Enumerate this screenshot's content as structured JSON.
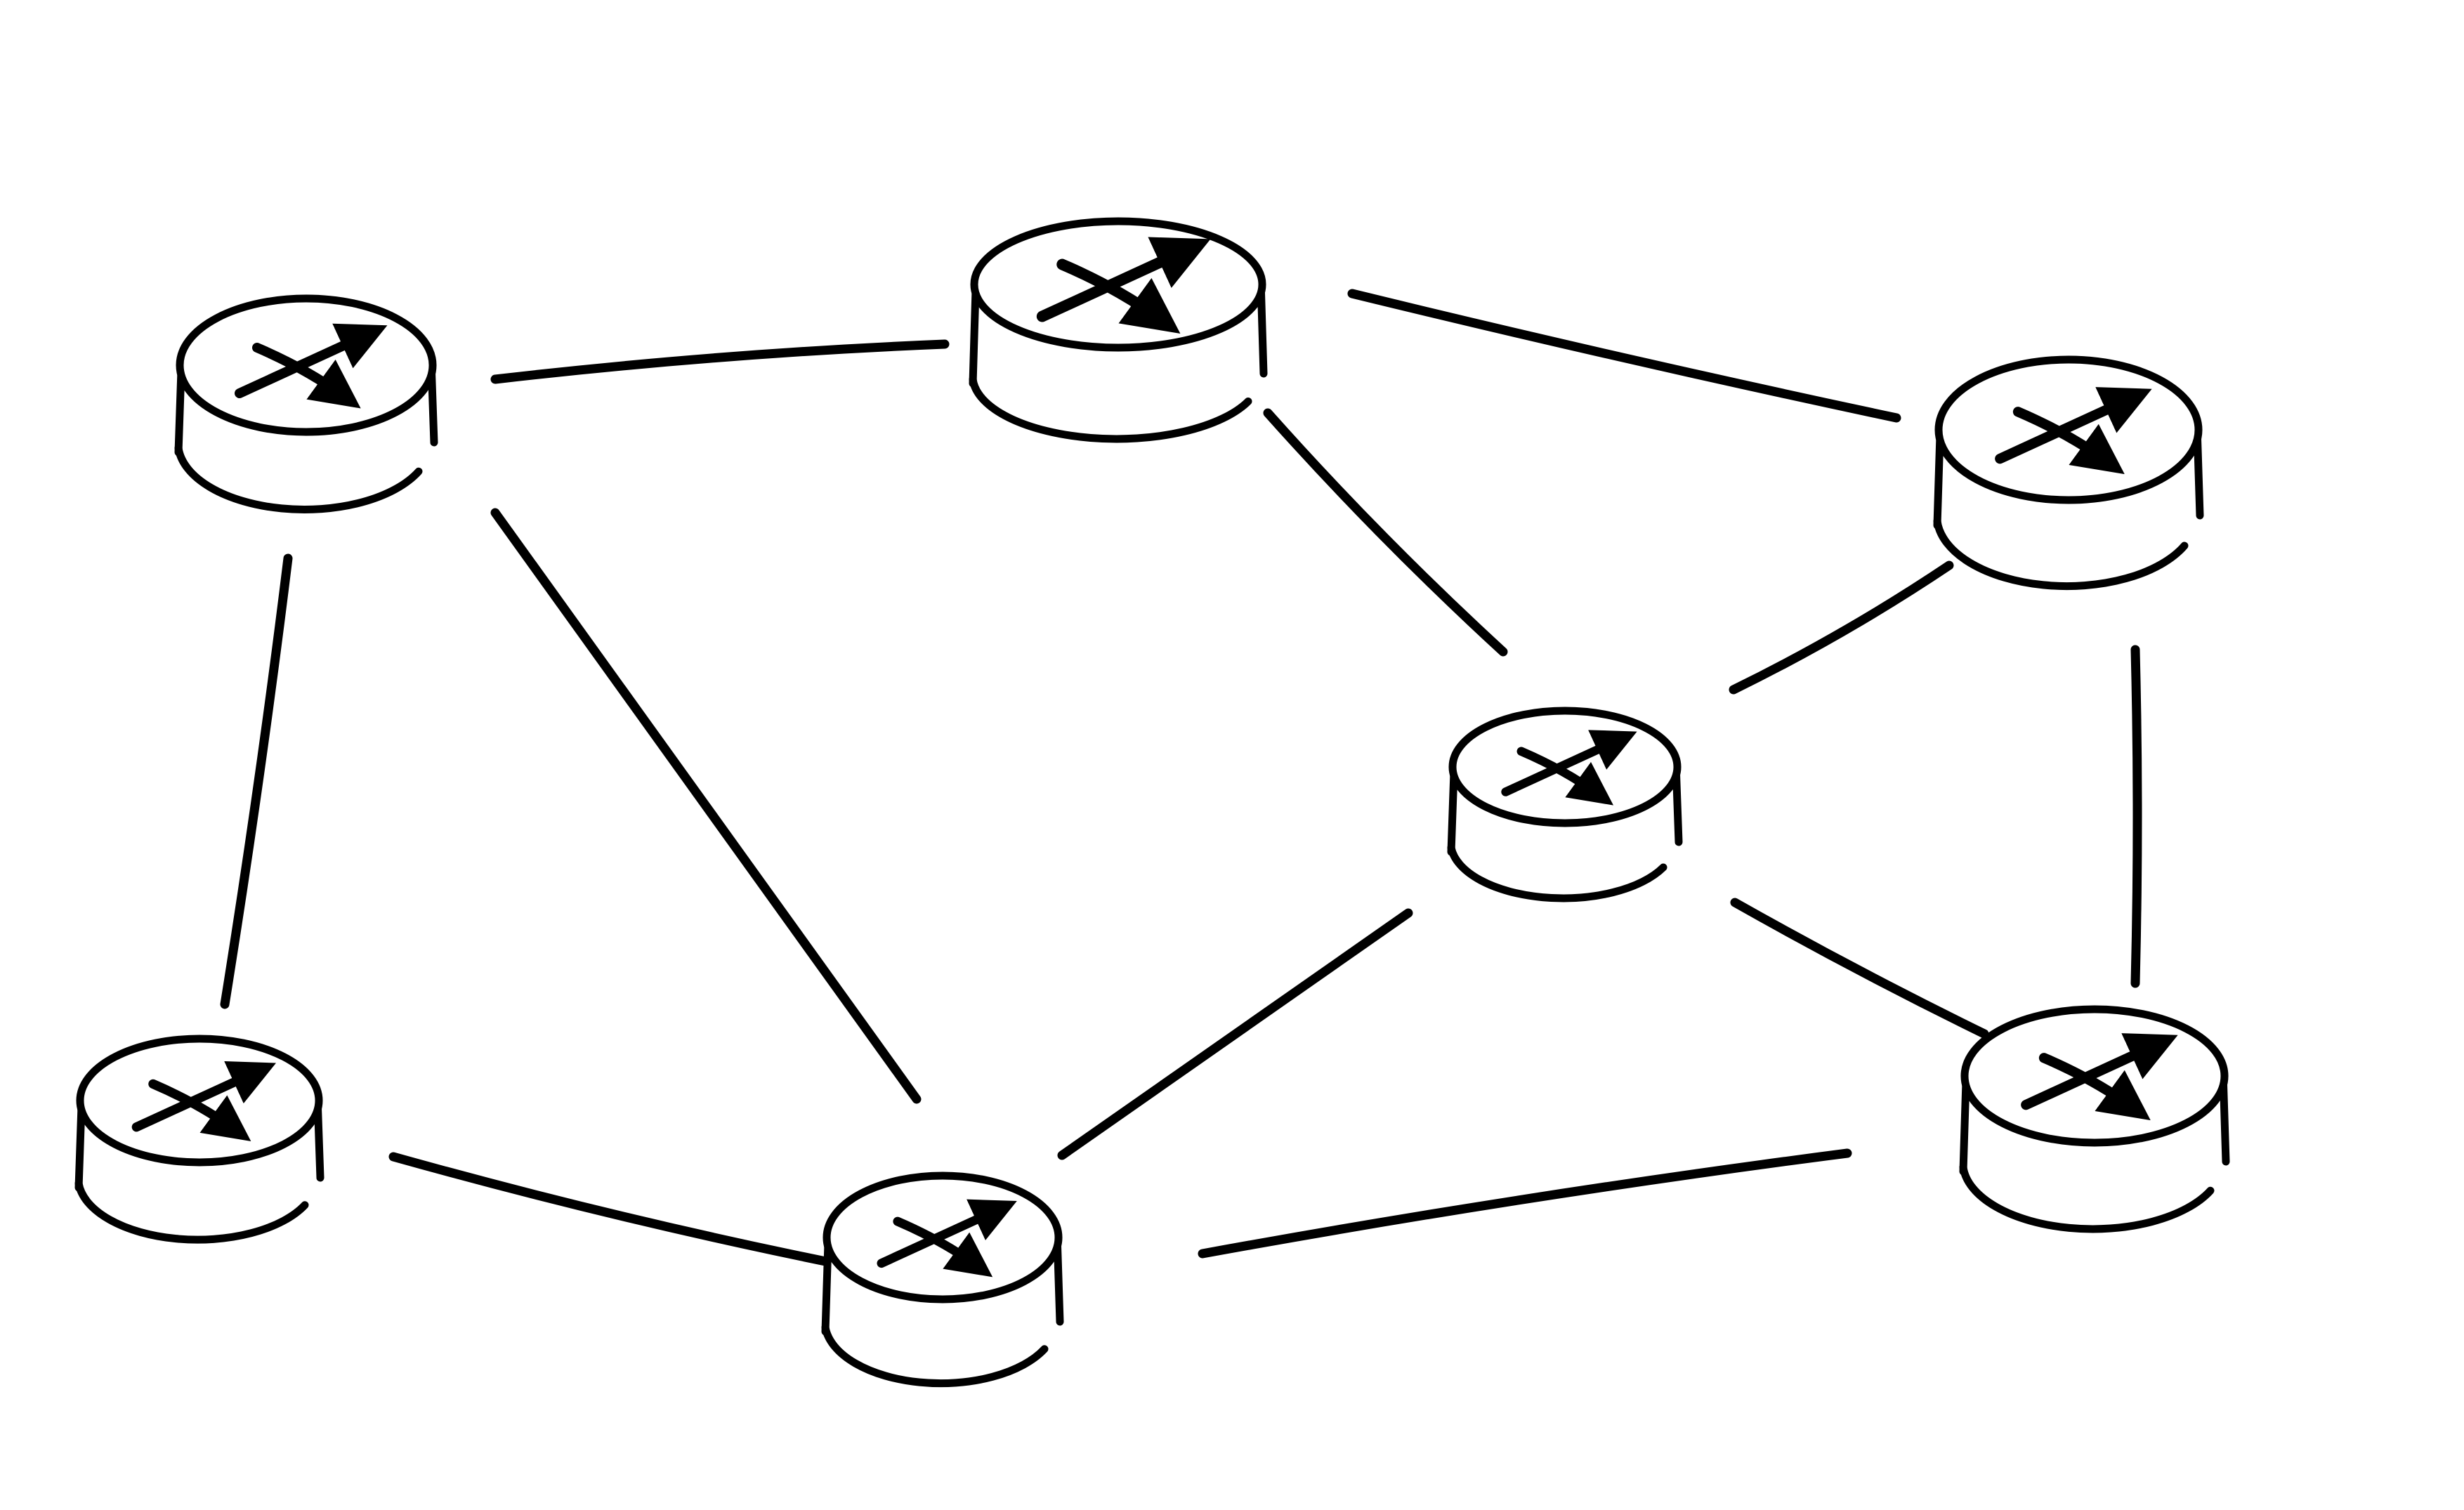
{
  "diagram": {
    "kind": "network-topology",
    "style": "hand-drawn",
    "colors": {
      "background": "#ffffff",
      "ink": "#000000"
    },
    "node_icon": "router-icon",
    "nodes": [
      {
        "id": "router-top-left"
      },
      {
        "id": "router-top-center"
      },
      {
        "id": "router-top-right"
      },
      {
        "id": "router-center"
      },
      {
        "id": "router-bottom-left"
      },
      {
        "id": "router-bottom-center"
      },
      {
        "id": "router-bottom-right"
      }
    ],
    "links": [
      {
        "from": "router-top-left",
        "to": "router-top-center"
      },
      {
        "from": "router-top-left",
        "to": "router-bottom-left"
      },
      {
        "from": "router-top-left",
        "to": "router-bottom-center"
      },
      {
        "from": "router-top-center",
        "to": "router-top-right"
      },
      {
        "from": "router-top-center",
        "to": "router-center"
      },
      {
        "from": "router-top-right",
        "to": "router-center"
      },
      {
        "from": "router-top-right",
        "to": "router-bottom-right"
      },
      {
        "from": "router-center",
        "to": "router-bottom-center"
      },
      {
        "from": "router-center",
        "to": "router-bottom-right"
      },
      {
        "from": "router-bottom-left",
        "to": "router-bottom-center"
      },
      {
        "from": "router-bottom-center",
        "to": "router-bottom-right"
      }
    ]
  }
}
